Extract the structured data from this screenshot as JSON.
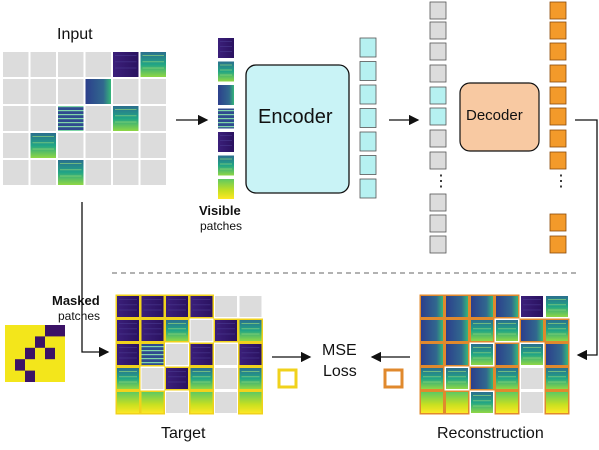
{
  "labels": {
    "input": "Input",
    "visible_bold": "Visible",
    "visible_sub": "patches",
    "encoder": "Encoder",
    "decoder": "Decoder",
    "masked_bold": "Masked",
    "masked_sub": "patches",
    "mse_line1": "MSE",
    "mse_line2": "Loss",
    "target": "Target",
    "reconstruction": "Reconstruction",
    "ellipsis": "⋮"
  },
  "colors": {
    "grey_patch": "#dcdcdc",
    "encoder_fill": "#c9f3f6",
    "encoder_token": "#b6f1f1",
    "decoder_fill": "#f8c9a2",
    "decoder_token": "#f39a2a",
    "target_border": "#f0d21c",
    "recon_border": "#e0892d",
    "mask_yellow": "#f3e61b",
    "mask_purple": "#3b1266"
  },
  "grid": {
    "rows": 5,
    "cols": 6,
    "visible_cells": [
      [
        0,
        4
      ],
      [
        0,
        5
      ],
      [
        1,
        3
      ],
      [
        2,
        2
      ],
      [
        2,
        4
      ],
      [
        3,
        1
      ],
      [
        4,
        2
      ]
    ],
    "masked_cells": [
      [
        0,
        0
      ],
      [
        0,
        1
      ],
      [
        0,
        2
      ],
      [
        0,
        3
      ],
      [
        1,
        0
      ],
      [
        1,
        1
      ],
      [
        1,
        2
      ],
      [
        1,
        4
      ],
      [
        1,
        5
      ],
      [
        2,
        0
      ],
      [
        2,
        1
      ],
      [
        2,
        3
      ],
      [
        2,
        5
      ],
      [
        3,
        0
      ],
      [
        3,
        2
      ],
      [
        3,
        3
      ],
      [
        3,
        5
      ],
      [
        4,
        0
      ],
      [
        4,
        1
      ],
      [
        4,
        3
      ],
      [
        4,
        5
      ]
    ],
    "target_patterns": [
      [
        "dark",
        "dark",
        "dark",
        "dark",
        "grey",
        "grey"
      ],
      [
        "dark",
        "dark",
        "green",
        "grey",
        "dark",
        "green"
      ],
      [
        "dark",
        "stripe",
        "grey",
        "dark",
        "grey",
        "dark"
      ],
      [
        "green",
        "grey",
        "dark",
        "green",
        "grey",
        "green"
      ],
      [
        "yellow",
        "yellow",
        "grey",
        "yellow",
        "grey",
        "yellow"
      ]
    ]
  }
}
